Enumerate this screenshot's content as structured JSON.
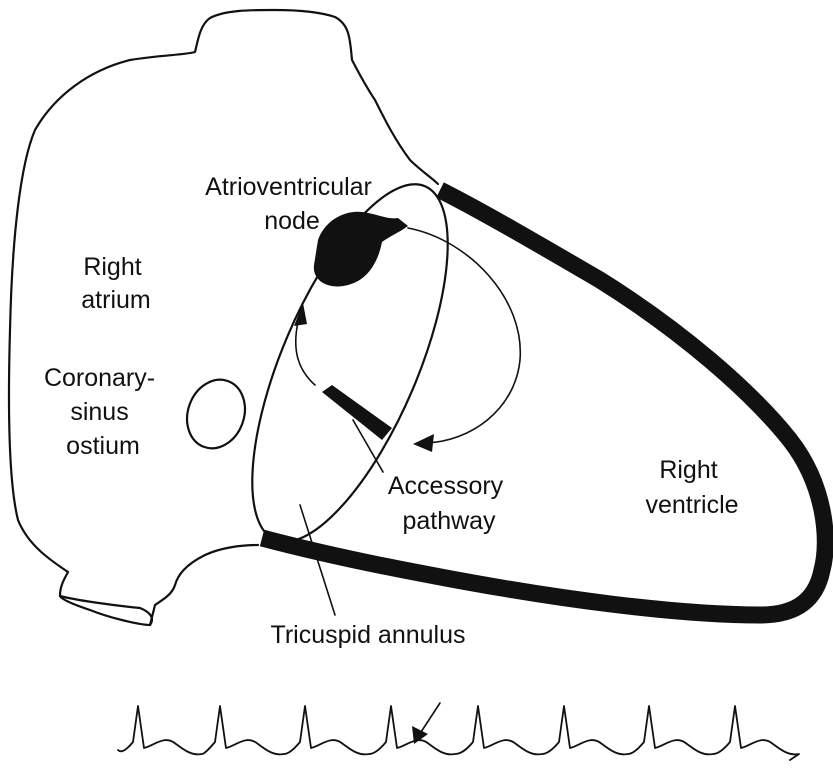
{
  "labels": {
    "right_atrium": [
      "Right",
      "atrium"
    ],
    "av_node": [
      "Atrioventricular",
      "node"
    ],
    "coronary_sinus": [
      "Coronary-",
      "sinus",
      "ostium"
    ],
    "accessory_pathway": [
      "Accessory",
      "pathway"
    ],
    "right_ventricle": [
      "Right",
      "ventricle"
    ],
    "tricuspid_annulus": "Tricuspid annulus"
  },
  "colors": {
    "ink": "#111111",
    "background": "#ffffff"
  }
}
